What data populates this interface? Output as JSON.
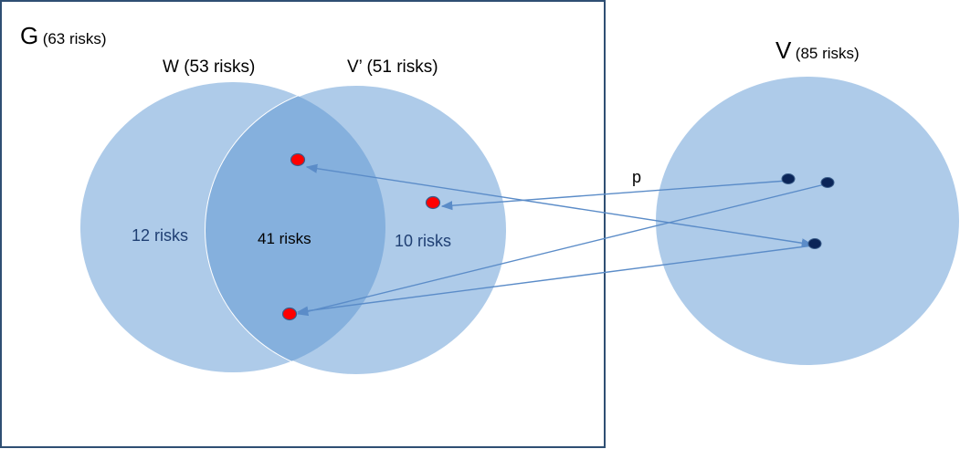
{
  "sets": {
    "g": {
      "letter": "G",
      "count": "(63 risks)"
    },
    "w": {
      "title": "W (53 risks)"
    },
    "vprime": {
      "title": "V’ (51 risks)"
    },
    "v": {
      "letter": "V",
      "count": "(85 risks)"
    }
  },
  "regions": {
    "w_only": "12 risks",
    "intersection": "41 risks",
    "vprime_only": "10 risks"
  },
  "arrow_label": "p",
  "colors": {
    "circle_fill": "#aecbe9",
    "intersection_fill": "#85b0dd",
    "outer_box": "#2f4f73",
    "arrow": "#5b8cc8",
    "red_dot": "#ff0000",
    "dark_dot": "#0b2558",
    "region_text_blue": "#1f3f73"
  }
}
